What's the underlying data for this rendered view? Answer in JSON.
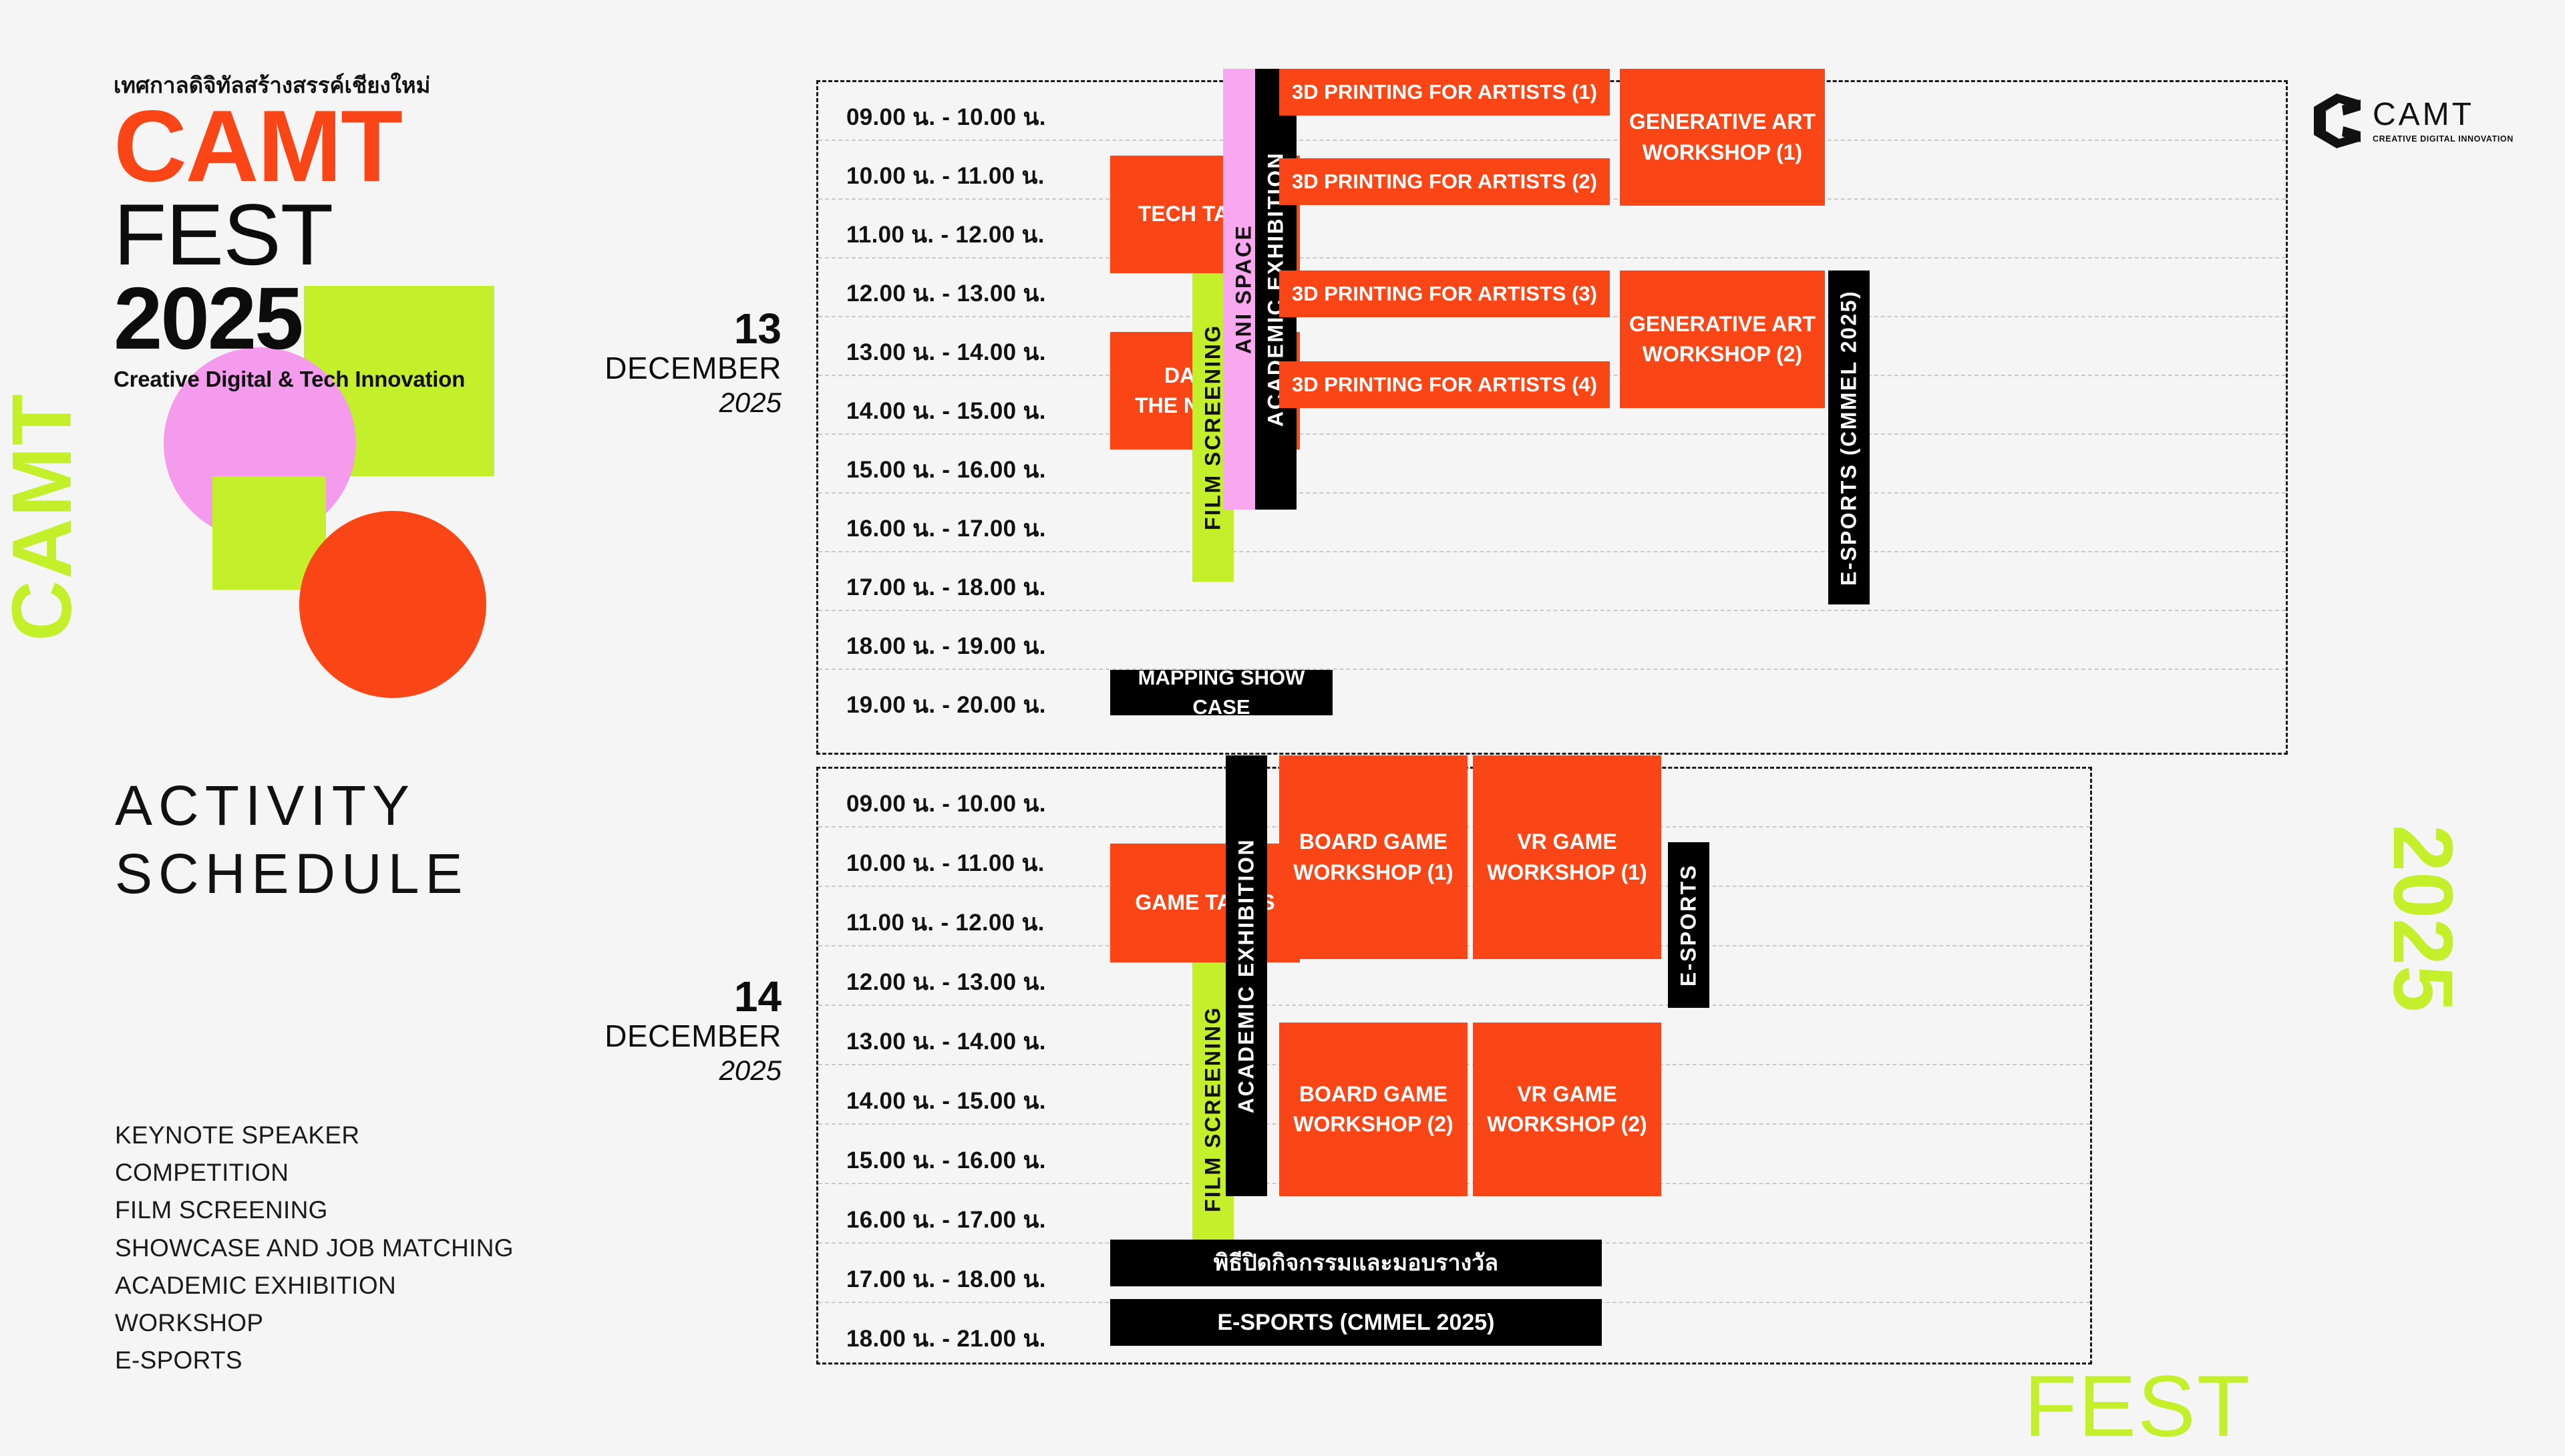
{
  "brand": {
    "thai_tagline": "เทศกาลดิจิทัลสร้างสรรค์เชียงใหม่",
    "camt": "CAMT",
    "fest": "FEST",
    "year": "2025",
    "subtitle": "Creative Digital & Tech Innovation",
    "accent_orange": "#FA4616",
    "accent_lime": "#C3F02A",
    "accent_pink": "#F49BEE",
    "background": "#F5F5F5"
  },
  "logo": {
    "name": "CAMT",
    "tagline": "CREATIVE DIGITAL INNOVATION",
    "mark_icon": "camt-hexagon-c-icon"
  },
  "headline": {
    "line1": "ACTIVITY",
    "line2": "SCHEDULE"
  },
  "categories": [
    "KEYNOTE SPEAKER",
    "COMPETITION",
    "FILM SCREENING",
    "SHOWCASE AND JOB MATCHING",
    "ACADEMIC EXHIBITION",
    "WORKSHOP",
    "E-SPORTS"
  ],
  "ornaments": {
    "left_vertical": "CAMT",
    "right_vertical": "2025",
    "bottom": "FEST"
  },
  "days": [
    {
      "day": "13",
      "month": "DECEMBER",
      "year": "2025",
      "times": [
        "09.00 น. - 10.00 น.",
        "10.00 น. - 11.00 น.",
        "11.00 น. - 12.00 น.",
        "12.00 น. - 13.00 น.",
        "13.00 น. - 14.00 น.",
        "14.00 น. - 15.00 น.",
        "15.00 น. - 16.00 น.",
        "16.00 น. - 17.00 น.",
        "17.00 น. - 18.00 น.",
        "18.00 น. - 19.00 น.",
        "19.00 น. - 20.00 น."
      ],
      "events": [
        {
          "label": "TECH TALKS",
          "color": "orange",
          "orientation": "horizontal"
        },
        {
          "label": "DATA IS\nTHE NEW OIL",
          "color": "orange",
          "orientation": "horizontal"
        },
        {
          "label": "FILM SCREENING",
          "color": "lime",
          "orientation": "vertical"
        },
        {
          "label": "ANI SPACE",
          "color": "pink",
          "orientation": "vertical"
        },
        {
          "label": "ACADEMIC EXHIBITION",
          "color": "black",
          "orientation": "vertical"
        },
        {
          "label": "3D PRINTING FOR ARTISTS (1)",
          "color": "orange",
          "orientation": "horizontal"
        },
        {
          "label": "3D PRINTING FOR ARTISTS (2)",
          "color": "orange",
          "orientation": "horizontal"
        },
        {
          "label": "3D PRINTING FOR ARTISTS (3)",
          "color": "orange",
          "orientation": "horizontal"
        },
        {
          "label": "3D PRINTING FOR ARTISTS (4)",
          "color": "orange",
          "orientation": "horizontal"
        },
        {
          "label": "GENERATIVE ART\nWORKSHOP (1)",
          "color": "orange",
          "orientation": "horizontal"
        },
        {
          "label": "GENERATIVE ART\nWORKSHOP (2)",
          "color": "orange",
          "orientation": "horizontal"
        },
        {
          "label": "E-SPORTS (CMMEL 2025)",
          "color": "black",
          "orientation": "vertical"
        },
        {
          "label": "MAPPING SHOW CASE",
          "color": "black",
          "orientation": "horizontal"
        }
      ]
    },
    {
      "day": "14",
      "month": "DECEMBER",
      "year": "2025",
      "times": [
        "09.00 น. - 10.00 น.",
        "10.00 น. - 11.00 น.",
        "11.00 น. - 12.00 น.",
        "12.00 น. - 13.00 น.",
        "13.00 น. - 14.00 น.",
        "14.00 น. - 15.00 น.",
        "15.00 น. - 16.00 น.",
        "16.00 น. - 17.00 น.",
        "17.00 น. - 18.00 น.",
        "18.00 น. - 21.00 น."
      ],
      "events": [
        {
          "label": "GAME TALKS",
          "color": "orange",
          "orientation": "horizontal"
        },
        {
          "label": "FILM SCREENING",
          "color": "lime",
          "orientation": "vertical"
        },
        {
          "label": "ACADEMIC EXHIBITION",
          "color": "black",
          "orientation": "vertical"
        },
        {
          "label": "BOARD GAME\nWORKSHOP (1)",
          "color": "orange",
          "orientation": "horizontal"
        },
        {
          "label": "VR GAME\nWORKSHOP (1)",
          "color": "orange",
          "orientation": "horizontal"
        },
        {
          "label": "BOARD GAME\nWORKSHOP (2)",
          "color": "orange",
          "orientation": "horizontal"
        },
        {
          "label": "VR GAME\nWORKSHOP (2)",
          "color": "orange",
          "orientation": "horizontal"
        },
        {
          "label": "E-SPORTS",
          "color": "black",
          "orientation": "vertical"
        },
        {
          "label": "พิธีปิดกิจกรรมและมอบรางวัล",
          "color": "black",
          "orientation": "horizontal"
        },
        {
          "label": "E-SPORTS (CMMEL 2025)",
          "color": "black",
          "orientation": "horizontal"
        }
      ]
    }
  ]
}
